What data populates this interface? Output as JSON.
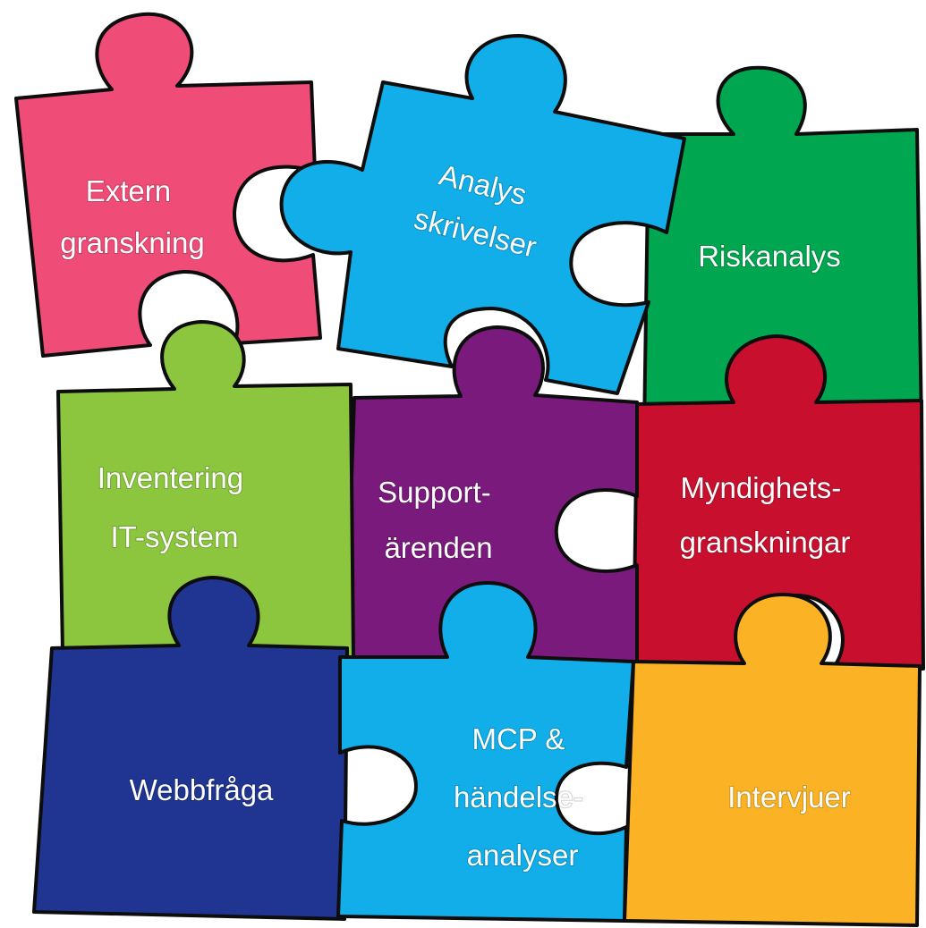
{
  "pieces": {
    "extern": {
      "color": "#f04c78",
      "lines": [
        "Extern",
        "granskning"
      ]
    },
    "analys": {
      "color": "#12aee9",
      "lines": [
        "Analys",
        "skrivelser"
      ]
    },
    "risk": {
      "color": "#00a650",
      "lines": [
        "Riskanalys"
      ]
    },
    "inventering": {
      "color": "#8cc63f",
      "lines": [
        "Inventering",
        "IT-system"
      ]
    },
    "support": {
      "color": "#7b1a7d",
      "lines": [
        "Support-",
        "ärenden"
      ]
    },
    "myndighet": {
      "color": "#c8102e",
      "lines": [
        "Myndighets-",
        "granskningar"
      ]
    },
    "webb": {
      "color": "#1f3591",
      "lines": [
        "Webbfråga"
      ]
    },
    "mcp": {
      "color": "#12aee9",
      "lines": [
        "MCP &",
        "händelse-",
        "analyser"
      ]
    },
    "intervju": {
      "color": "#fbb224",
      "lines": [
        "Intervjuer"
      ]
    }
  }
}
